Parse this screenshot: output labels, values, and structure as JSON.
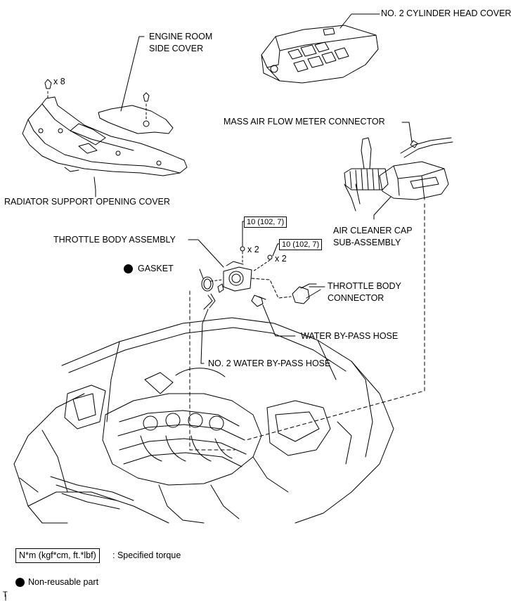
{
  "labels": {
    "cylinder_head_cover": "NO. 2 CYLINDER HEAD COVER",
    "engine_room_side_cover_1": "ENGINE ROOM",
    "engine_room_side_cover_2": "SIDE COVER",
    "clip_count": "x 8",
    "radiator_support_cover": "RADIATOR SUPPORT OPENING COVER",
    "maf_connector": "MASS AIR FLOW METER CONNECTOR",
    "air_cleaner_cap_1": "AIR CLEANER CAP",
    "air_cleaner_cap_2": "SUB-ASSEMBLY",
    "throttle_body_assembly": "THROTTLE BODY ASSEMBLY",
    "gasket": "GASKET",
    "nut_count": "x 2",
    "bolt_count": "x 2",
    "throttle_body_connector_1": "THROTTLE BODY",
    "throttle_body_connector_2": "CONNECTOR",
    "water_bypass_hose": "WATER BY-PASS HOSE",
    "no2_water_bypass_hose": "NO. 2 WATER BY-PASS HOSE"
  },
  "torque": {
    "nut": "10 (102, 7)",
    "bolt": "10 (102, 7)"
  },
  "legend": {
    "torque_unit": "N*m (kgf*cm, ft.*lbf)",
    "torque_desc": ": Specified torque",
    "non_reusable": "Non-reusable part"
  },
  "footer": {
    "code": "T"
  }
}
